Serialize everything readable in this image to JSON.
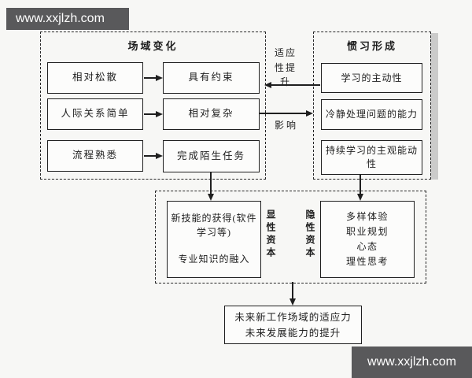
{
  "watermarks": {
    "top": "www.xxjlzh.com",
    "bottom": "www.xxjlzh.com"
  },
  "colors": {
    "banner_bg": "#59595b",
    "ink": "#1f1f1f",
    "background": "#f7f7f5"
  },
  "field_change": {
    "title": "场域变化",
    "rows": [
      {
        "from": "相对松散",
        "to": "具有约束"
      },
      {
        "from": "人际关系简单",
        "to": "相对复杂"
      },
      {
        "from": "流程熟悉",
        "to": "完成陌生任务"
      }
    ]
  },
  "habitus": {
    "title": "惯习形成",
    "items": [
      "学习的主动性",
      "冷静处理问题的能力",
      "持续学习的主观能动性"
    ]
  },
  "links": {
    "adaptability_label": "适应性提升",
    "influence_label": "影响"
  },
  "capital": {
    "explicit_box": "新技能的获得(软件\n学习等)\n\n专业知识的融入",
    "explicit_label": "显性资本",
    "implicit_label": "隐性资本",
    "implicit_box": "多样体验\n职业规划\n心态\n理性思考"
  },
  "outcome": {
    "text": "未来新工作场域的适应力\n未来发展能力的提升"
  }
}
